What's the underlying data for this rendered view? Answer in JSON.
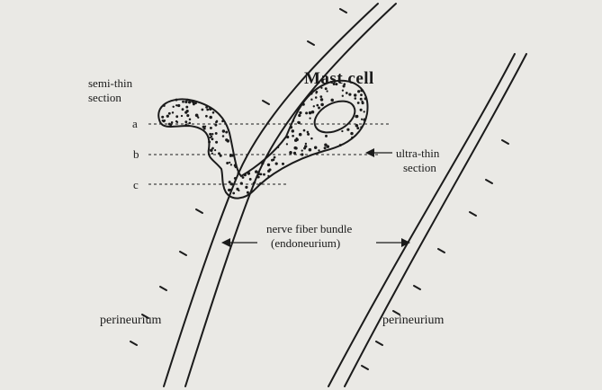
{
  "labels": {
    "semi_thin_line1": "semi-thin",
    "semi_thin_line2": "section",
    "mast_cell": "Mast  cell",
    "level_a": "a",
    "level_b": "b",
    "level_c": "c",
    "ultra_thin_line1": "ultra-thin",
    "ultra_thin_line2": "section",
    "nerve_line1": "nerve fiber bundle",
    "nerve_line2": "(endoneurium)",
    "perineurium_left": "perineurium",
    "perineurium_right": "perineurium"
  },
  "colors": {
    "background": "#eae9e5",
    "ink": "#1b1b1b"
  }
}
